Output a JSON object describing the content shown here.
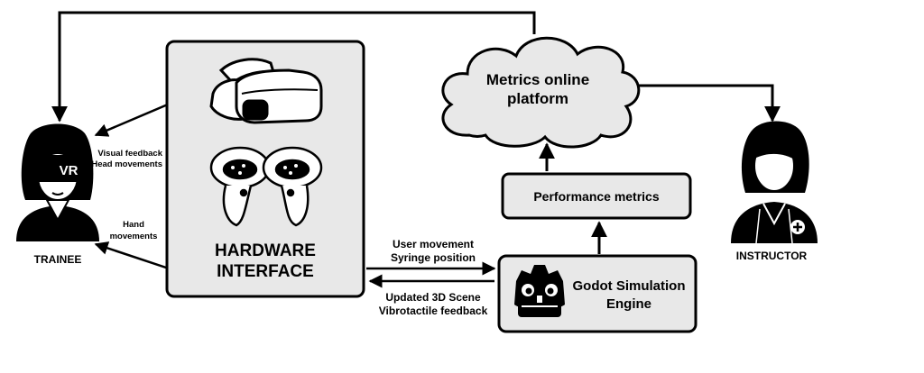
{
  "nodes": {
    "trainee": {
      "label": "TRAINEE",
      "badge": "VR"
    },
    "instructor": {
      "label": "INSTRUCTOR"
    },
    "hardware": {
      "line1": "HARDWARE",
      "line2": "INTERFACE"
    },
    "metrics_platform": {
      "line1": "Metrics online",
      "line2": "platform"
    },
    "performance_metrics": {
      "label": "Performance metrics"
    },
    "godot": {
      "line1": "Godot Simulation",
      "line2": "Engine"
    }
  },
  "edges": {
    "trainee_hardware_top": {
      "line1": "Visual feedback",
      "line2": "Head movements"
    },
    "trainee_hardware_bottom": {
      "line1": "Hand",
      "line2": "movements"
    },
    "hardware_to_godot": {
      "line1": "User movement",
      "line2": "Syringe position"
    },
    "godot_to_hardware": {
      "line1": "Updated 3D Scene",
      "line2": "Vibrotactile feedback"
    }
  }
}
